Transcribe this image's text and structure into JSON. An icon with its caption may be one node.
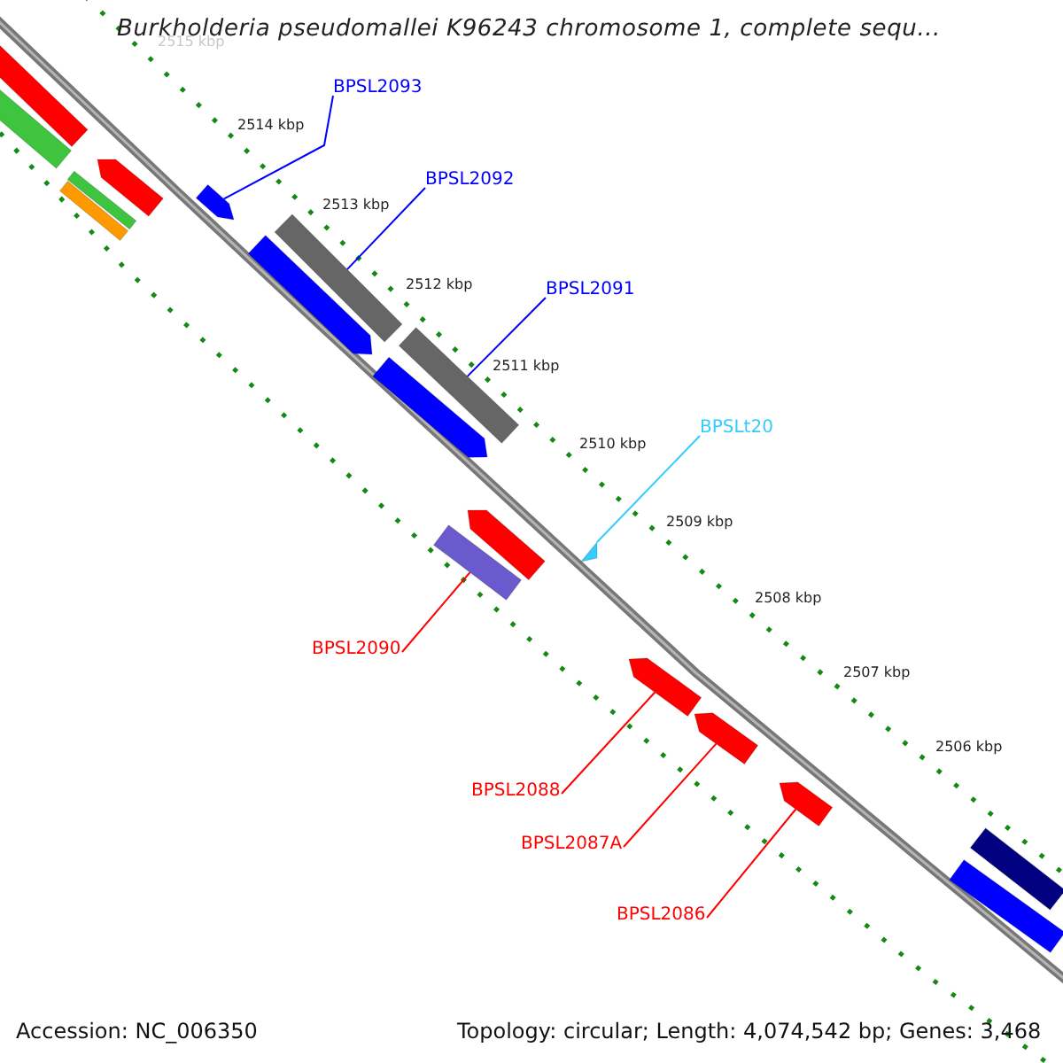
{
  "diagram": {
    "title": "Burkholderia pseudomallei K96243 chromosome 1, complete sequ...",
    "nodes": [
      {
        "text": [],
        "shape": "bar"
      },
      {
        "text": [],
        "shape": "bar"
      },
      {
        "text": [],
        "shape": "bar"
      },
      {
        "text": [],
        "shape": "bar"
      },
      {
        "text": [],
        "shape": "bar"
      },
      {
        "text": [
          "BPSL2093"
        ]
      },
      {
        "text": [],
        "shape": "bar"
      },
      {
        "text": [
          "BPSL2092"
        ]
      },
      {
        "text": [],
        "shape": "bar"
      },
      {
        "text": [],
        "shape": "bar"
      },
      {
        "text": [
          "BPSL2091"
        ]
      },
      {
        "text": [],
        "shape": "bar"
      },
      {
        "text": [],
        "shape": "bar"
      },
      {
        "text": [
          "BPSLt20"
        ]
      },
      {
        "text": [],
        "shape": "triangle"
      },
      {
        "text": [
          "BPSL2090"
        ]
      },
      {
        "text": [],
        "shape": "bar"
      },
      {
        "text": [],
        "shape": "bar"
      },
      {
        "text": [
          "BPSL2088"
        ]
      },
      {
        "text": [],
        "shape": "bar"
      },
      {
        "text": [
          "BPSL2087A"
        ]
      },
      {
        "text": [],
        "shape": "bar"
      },
      {
        "text": [
          "BPSL2086"
        ]
      },
      {
        "text": [],
        "shape": "bar"
      },
      {
        "text": [],
        "shape": "bar"
      },
      {
        "text": [],
        "shape": "bar"
      }
    ],
    "edges": [
      {
        "from": 5,
        "to": 6,
        "arrow": "none",
        "color": "#0000ff"
      },
      {
        "from": 7,
        "to": 8,
        "arrow": "none",
        "color": "#0000ff"
      },
      {
        "from": 10,
        "to": 11,
        "arrow": "none",
        "color": "#0000ff"
      },
      {
        "from": 13,
        "to": 14,
        "arrow": "none",
        "color": "#33ccff"
      },
      {
        "from": 15,
        "to": 17,
        "arrow": "none"
      },
      {
        "from": 18,
        "to": 19,
        "arrow": "none"
      },
      {
        "from": 20,
        "to": 21,
        "arrow": "none"
      },
      {
        "from": 22,
        "to": 23,
        "arrow": "none"
      }
    ],
    "labels": [
      "2515 kbp",
      "2514 kbp",
      "2513 kbp",
      "2512 kbp",
      "2511 kbp",
      "2510 kbp",
      "2509 kbp",
      "2508 kbp",
      "2507 kbp",
      "2506 kbp",
      "Accession: NC_006350",
      "Topology: circular; Length: 4,074,542 bp; Genes: 3,468"
    ]
  }
}
